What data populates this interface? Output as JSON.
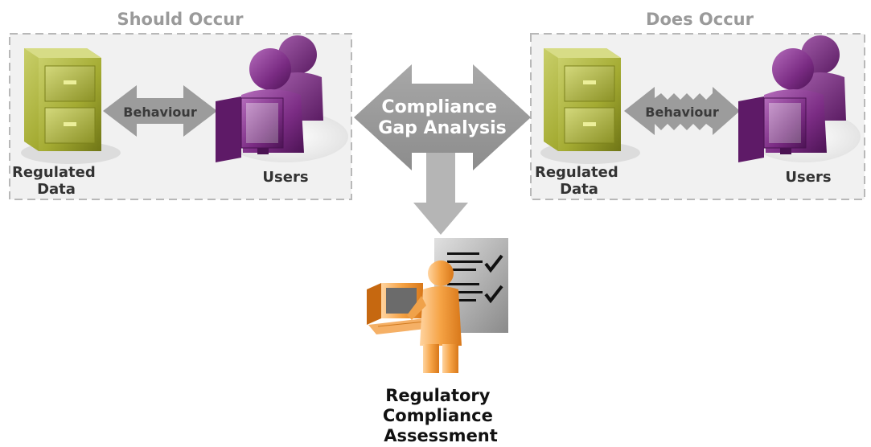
{
  "panels": {
    "left": {
      "title": "Should Occur",
      "behaviour_label": "Behaviour",
      "data_label": [
        "Regulated",
        "Data"
      ],
      "users_label": "Users"
    },
    "right": {
      "title": "Does Occur",
      "behaviour_label": "Behaviour",
      "data_label": [
        "Regulated",
        "Data"
      ],
      "users_label": "Users"
    }
  },
  "center": {
    "gap_label": [
      "Compliance",
      "Gap Analysis"
    ]
  },
  "assessment": {
    "label": [
      "Regulatory",
      "Compliance",
      "Assessment"
    ]
  },
  "colors": {
    "panel_border": "#b8b8b8",
    "panel_fill": "#f1f1f1",
    "title_gray": "#9a9a9a",
    "arrow_gray": "#9c9c9c",
    "cabinet_green": "#a9b03a",
    "user_purple": "#7a2a82",
    "assessor_orange": "#f29a3a"
  }
}
